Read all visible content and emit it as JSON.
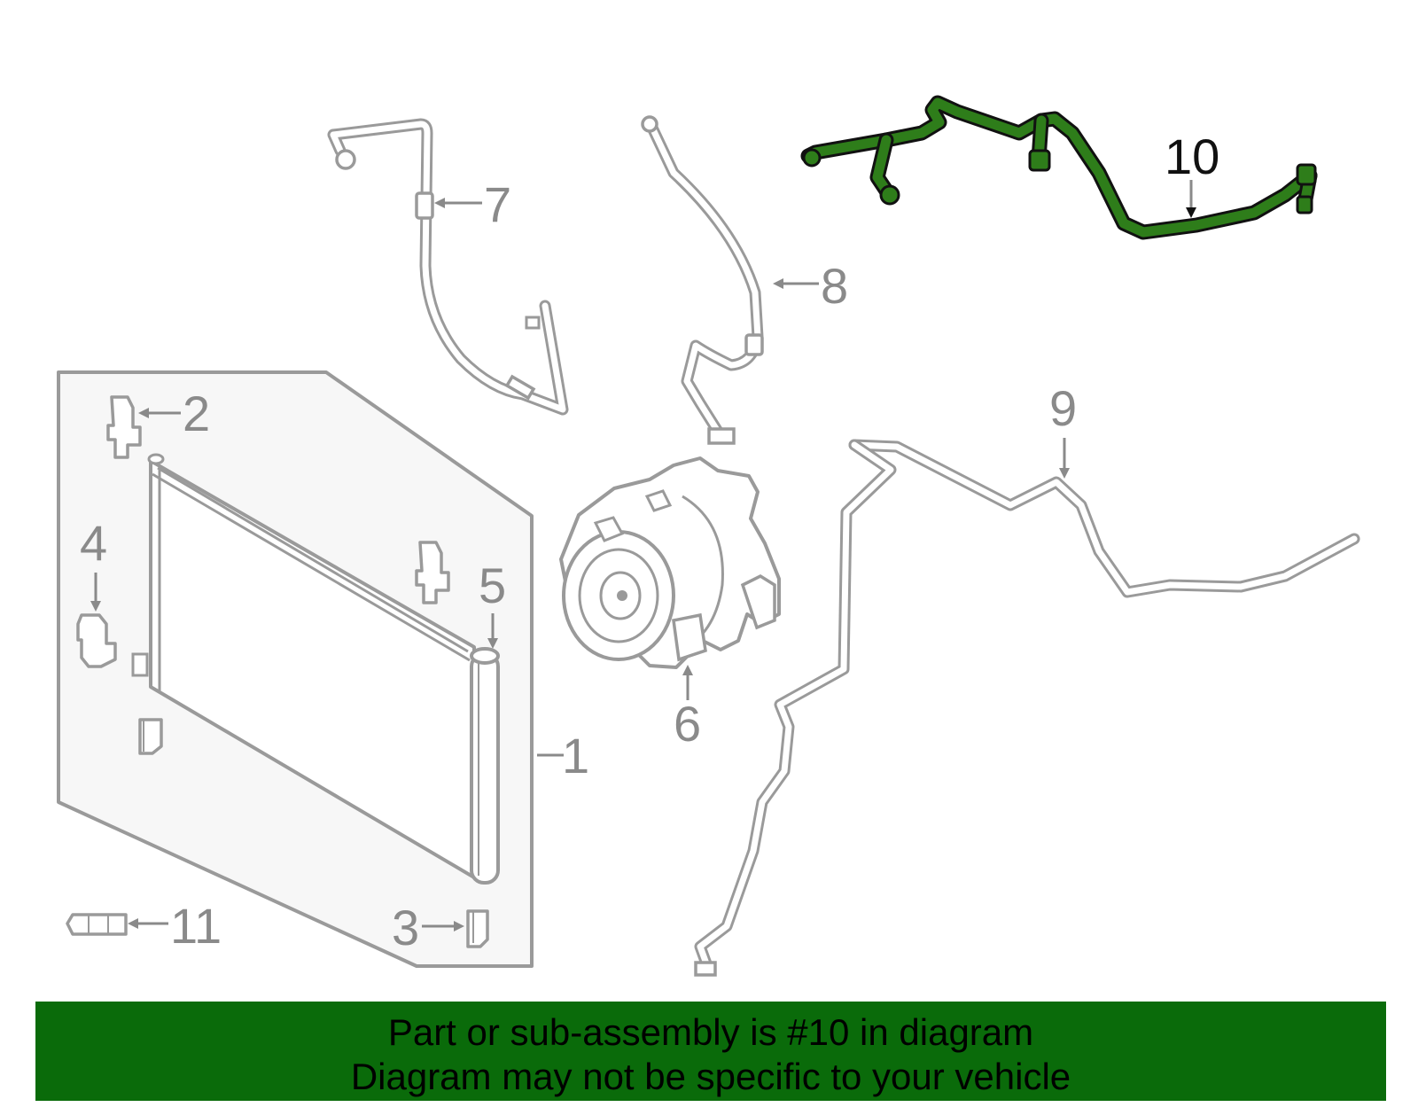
{
  "callouts": {
    "c1": "1",
    "c2": "2",
    "c3": "3",
    "c4": "4",
    "c5": "5",
    "c6": "6",
    "c7": "7",
    "c8": "8",
    "c9": "9",
    "c10": "10",
    "c11": "11"
  },
  "highlight_part": "10",
  "colors": {
    "highlight_fill": "#2e7d1a",
    "banner_bg": "#0a6b0a",
    "part_stroke": "#9a9a9a",
    "panel_fill": "#f7f7f7"
  },
  "banner": {
    "line1": "Part or sub-assembly is #10 in diagram",
    "line2": "Diagram may not be specific to your vehicle"
  }
}
